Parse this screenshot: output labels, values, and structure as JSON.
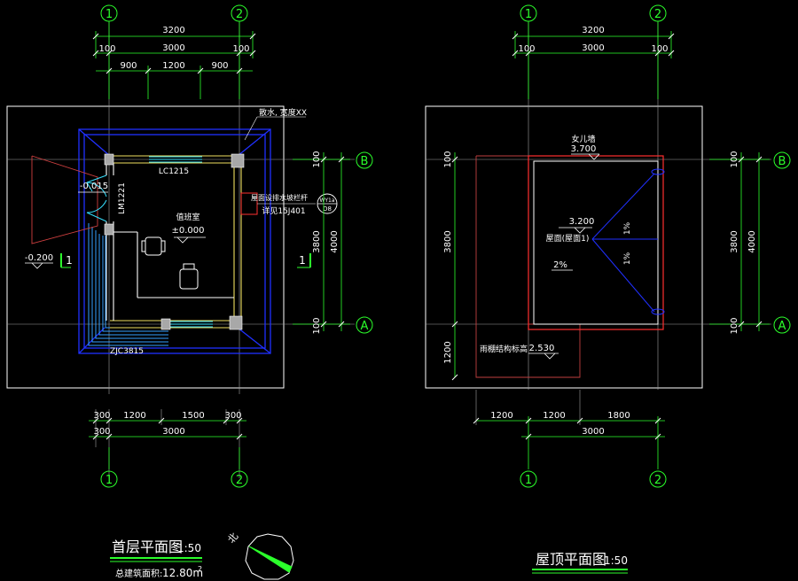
{
  "plan1": {
    "title": "首层平面图",
    "scale": "1:50",
    "area_label": "总建筑面积:",
    "area_value": "12.80m",
    "area_sup": "2",
    "axis_top_1": "1",
    "axis_top_2": "2",
    "axis_bottom_1": "1",
    "axis_bottom_2": "2",
    "axis_right_b": "B",
    "axis_right_a": "A",
    "dim_top_total": "3200",
    "dim_top_left_offset": "100",
    "dim_top_mid": "3000",
    "dim_top_right_offset": "100",
    "dim_top_seg1": "900",
    "dim_top_seg2": "1200",
    "dim_top_seg3": "900",
    "dim_right_top": "100",
    "dim_right_mid": "3800",
    "dim_right_total": "4000",
    "dim_right_bottom": "100",
    "dim_bot_seg1": "300",
    "dim_bot_seg2": "1200",
    "dim_bot_seg3": "1500",
    "dim_bot_seg4": "300",
    "dim_bot_left": "300",
    "dim_bot_total": "3000",
    "note_top_right": "散水, 宽度XX",
    "window_label": "LC1215",
    "door_label": "LM1221",
    "room_name": "值班室",
    "room_level": "±0.000",
    "level_left": "-0.015",
    "level_outside": "-0.200",
    "section_mark_left": "1",
    "section_mark_right": "1",
    "wall_note_line1": "屋面设排水坡栏杆",
    "wall_note_line2": "详见15J401",
    "ref_circle_top": "WY1a",
    "ref_circle_bot": "D8",
    "corner_label": "ZJC3815"
  },
  "plan2": {
    "title": "屋顶平面图",
    "scale": "1:50",
    "axis_top_1": "1",
    "axis_top_2": "2",
    "axis_bottom_1": "1",
    "axis_bottom_2": "2",
    "axis_right_b": "B",
    "axis_right_a": "A",
    "dim_top_total": "3200",
    "dim_top_left_offset": "100",
    "dim_top_mid": "3000",
    "dim_top_right_offset": "100",
    "dim_left_top": "100",
    "dim_left_mid": "3800",
    "dim_left_bottom": "1200",
    "dim_right_top": "100",
    "dim_right_mid": "3800",
    "dim_right_total": "4000",
    "dim_right_bottom": "100",
    "dim_bot_seg1": "1200",
    "dim_bot_seg2": "1200",
    "dim_bot_seg3": "1800",
    "dim_bot_total": "3000",
    "parapet_label": "女儿墙",
    "parapet_level": "3.700",
    "roof_level": "3.200",
    "roof_label": "屋面(屋面1)",
    "slope_main": "2%",
    "slope_upper": "1%",
    "slope_lower": "1%",
    "canopy_label": "雨棚结构标高",
    "canopy_level": "2.530"
  },
  "north": {
    "label": "北"
  }
}
